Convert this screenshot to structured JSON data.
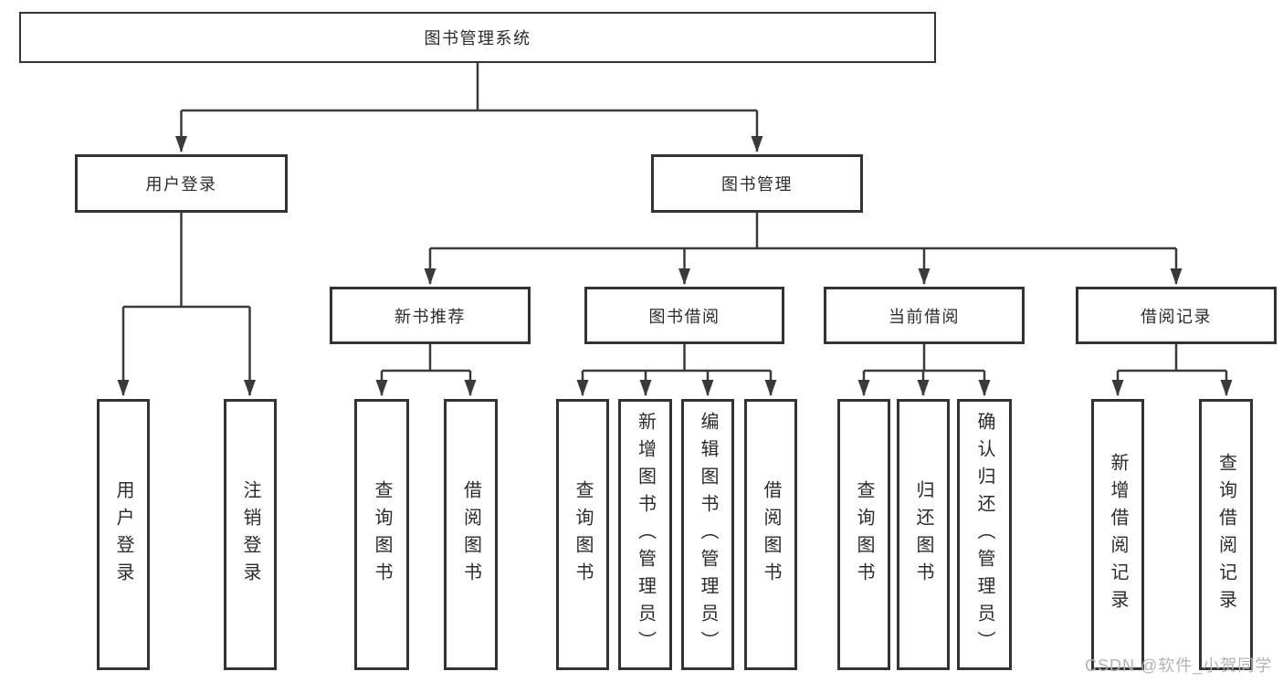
{
  "diagram": {
    "tree": {
      "label": "图书管理系统",
      "children": [
        {
          "label": "用户登录",
          "children": [
            {
              "label": "用户登录"
            },
            {
              "label": "注销登录"
            }
          ]
        },
        {
          "label": "图书管理",
          "children": [
            {
              "label": "新书推荐",
              "children": [
                {
                  "label": "查询图书"
                },
                {
                  "label": "借阅图书"
                }
              ]
            },
            {
              "label": "图书借阅",
              "children": [
                {
                  "label": "查询图书"
                },
                {
                  "label": "新增图书（管理员）"
                },
                {
                  "label": "编辑图书（管理员）"
                },
                {
                  "label": "借阅图书"
                }
              ]
            },
            {
              "label": "当前借阅",
              "children": [
                {
                  "label": "查询图书"
                },
                {
                  "label": "归还图书"
                },
                {
                  "label": "确认归还（管理员）"
                }
              ]
            },
            {
              "label": "借阅记录",
              "children": [
                {
                  "label": "新增借阅记录"
                },
                {
                  "label": "查询借阅记录"
                }
              ]
            }
          ]
        }
      ]
    },
    "colors": {
      "line": "#3a3a3a",
      "box_border": "#333333",
      "text": "#2b2b2b",
      "watermark": "#b3b3b3",
      "background": "#ffffff"
    }
  },
  "watermark": "CSDN @软件_小贺同学"
}
